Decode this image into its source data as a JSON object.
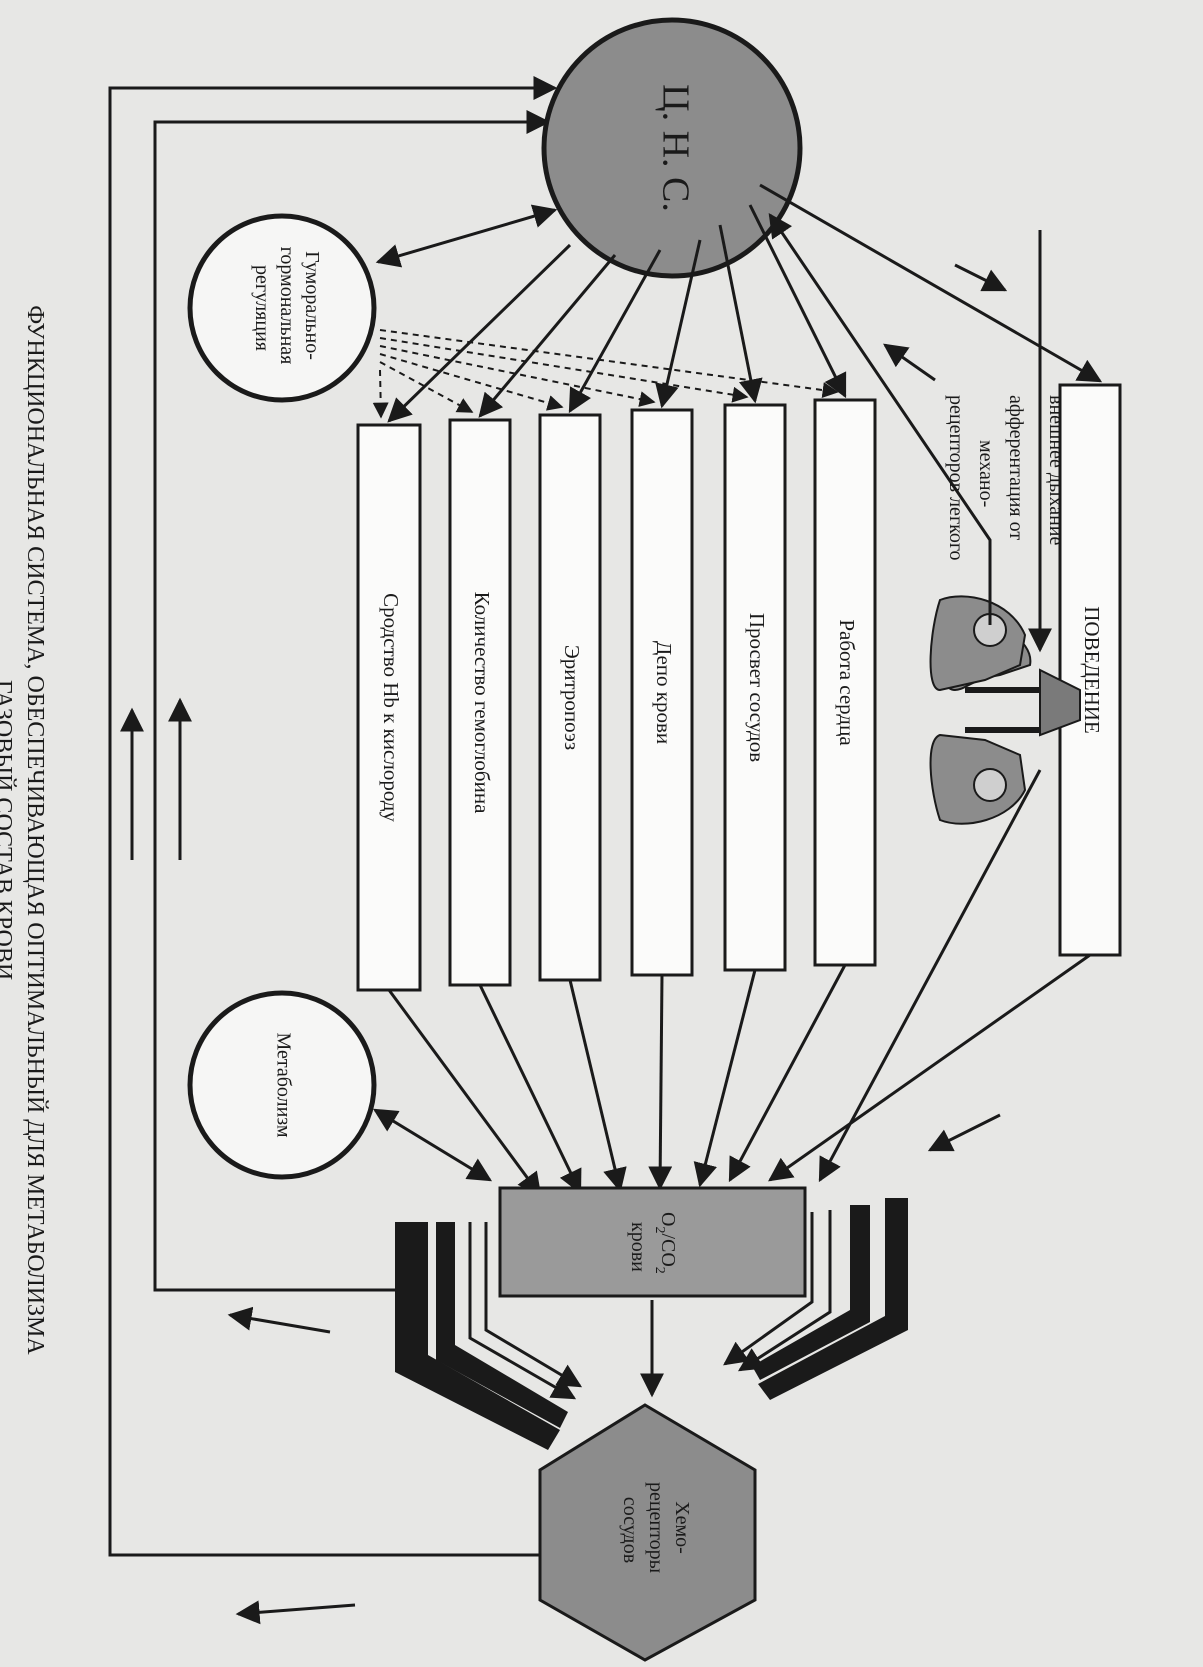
{
  "title": {
    "line1": "ФУНКЦИОНАЛЬНАЯ СИСТЕМА, ОБЕСПЕЧИВАЮЩАЯ ОПТИМАЛЬНЫЙ ДЛЯ МЕТАБОЛИЗМА",
    "line2": "ГАЗОВЫЙ СОСТАВ КРОВИ."
  },
  "nodes": {
    "cns": "Ц. Н. С.",
    "humoral": [
      "Гуморально-",
      "гормональная",
      "регуляция"
    ],
    "metabolism": "Метаболизм",
    "blood_gas": {
      "o2": "O",
      "o2_sub": "2",
      "slash": "/CO",
      "co2_sub": "2",
      "blood": "крови"
    },
    "chemoreceptors": [
      "Хемо-",
      "рецепторы",
      "сосудов"
    ]
  },
  "boxes": [
    "ПОВЕДЕНИЕ",
    "Работа сердца",
    "Просвет сосудов",
    "Депо крови",
    "Эритропоэз",
    "Количество гемоглобина",
    "Сродство Hb к кислороду"
  ],
  "labels": {
    "external_breathing": "внешнее дыхание",
    "afferentation": [
      "афферентация от",
      "механо-",
      "рецепторов легкого"
    ]
  },
  "colors": {
    "background": "#e7e7e5",
    "node_gray": "#8c8c8c",
    "box_fill": "#fbfbfa",
    "ink": "#1a1a1a"
  }
}
